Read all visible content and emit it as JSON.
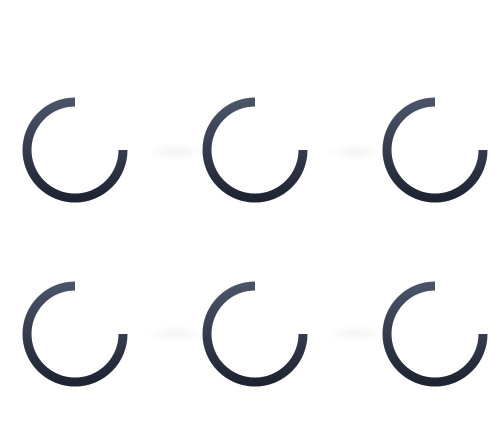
{
  "colors": {
    "background": "#ffffff",
    "spinner_top": "#4a5468",
    "spinner_bottom": "#1f2433"
  },
  "icons": {
    "loading": "loading-spinner-icon"
  },
  "spinners": [
    {
      "id": "spinner-1",
      "state": "loading"
    },
    {
      "id": "spinner-2",
      "state": "loading"
    },
    {
      "id": "spinner-3",
      "state": "loading"
    },
    {
      "id": "spinner-4",
      "state": "loading"
    },
    {
      "id": "spinner-5",
      "state": "loading"
    },
    {
      "id": "spinner-6",
      "state": "loading"
    }
  ]
}
